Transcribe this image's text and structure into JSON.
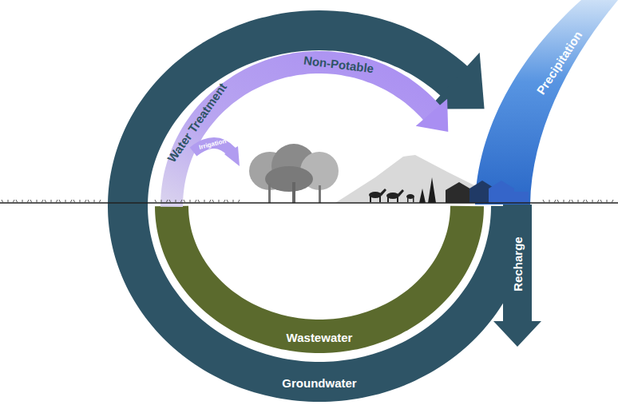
{
  "diagram": {
    "labels": [
      "Precipitation",
      "Non-Potable",
      "Water Treatment",
      "Irrigation",
      "Recharge",
      "Wastewater",
      "Groundwater"
    ]
  }
}
